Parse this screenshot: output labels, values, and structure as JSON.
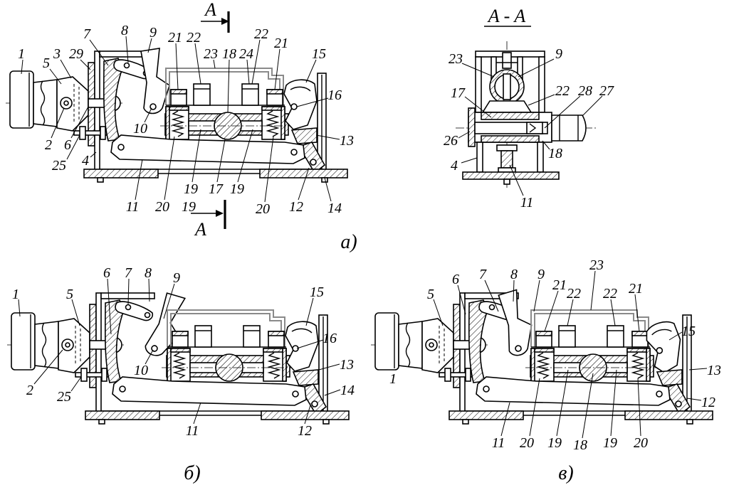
{
  "colors": {
    "ink": "#000000",
    "background": "#ffffff",
    "hidden_outline": "#8a8a8a"
  },
  "panel_a": {
    "caption": "a)",
    "section_mark_top": "A",
    "section_mark_bottom": "A",
    "labels": [
      "1",
      "5",
      "3",
      "29",
      "7",
      "8",
      "9",
      "21",
      "22",
      "23",
      "18",
      "24",
      "22",
      "21",
      "15",
      "16",
      "13",
      "10",
      "2",
      "6",
      "25",
      "4",
      "11",
      "20",
      "19",
      "19",
      "17",
      "19",
      "20",
      "12",
      "14"
    ]
  },
  "section_aa": {
    "title": "A - A",
    "labels": [
      "23",
      "9",
      "17",
      "22",
      "28",
      "27",
      "26",
      "18",
      "4",
      "11"
    ]
  },
  "panel_b": {
    "caption": "б)",
    "labels": [
      "1",
      "5",
      "6",
      "7",
      "8",
      "9",
      "15",
      "16",
      "13",
      "14",
      "12",
      "11",
      "10",
      "2",
      "25"
    ]
  },
  "panel_v": {
    "caption": "в)",
    "labels": [
      "5",
      "6",
      "7",
      "8",
      "9",
      "21",
      "23",
      "22",
      "22",
      "21",
      "15",
      "13",
      "12",
      "1",
      "11",
      "20",
      "19",
      "18",
      "19",
      "20"
    ]
  }
}
